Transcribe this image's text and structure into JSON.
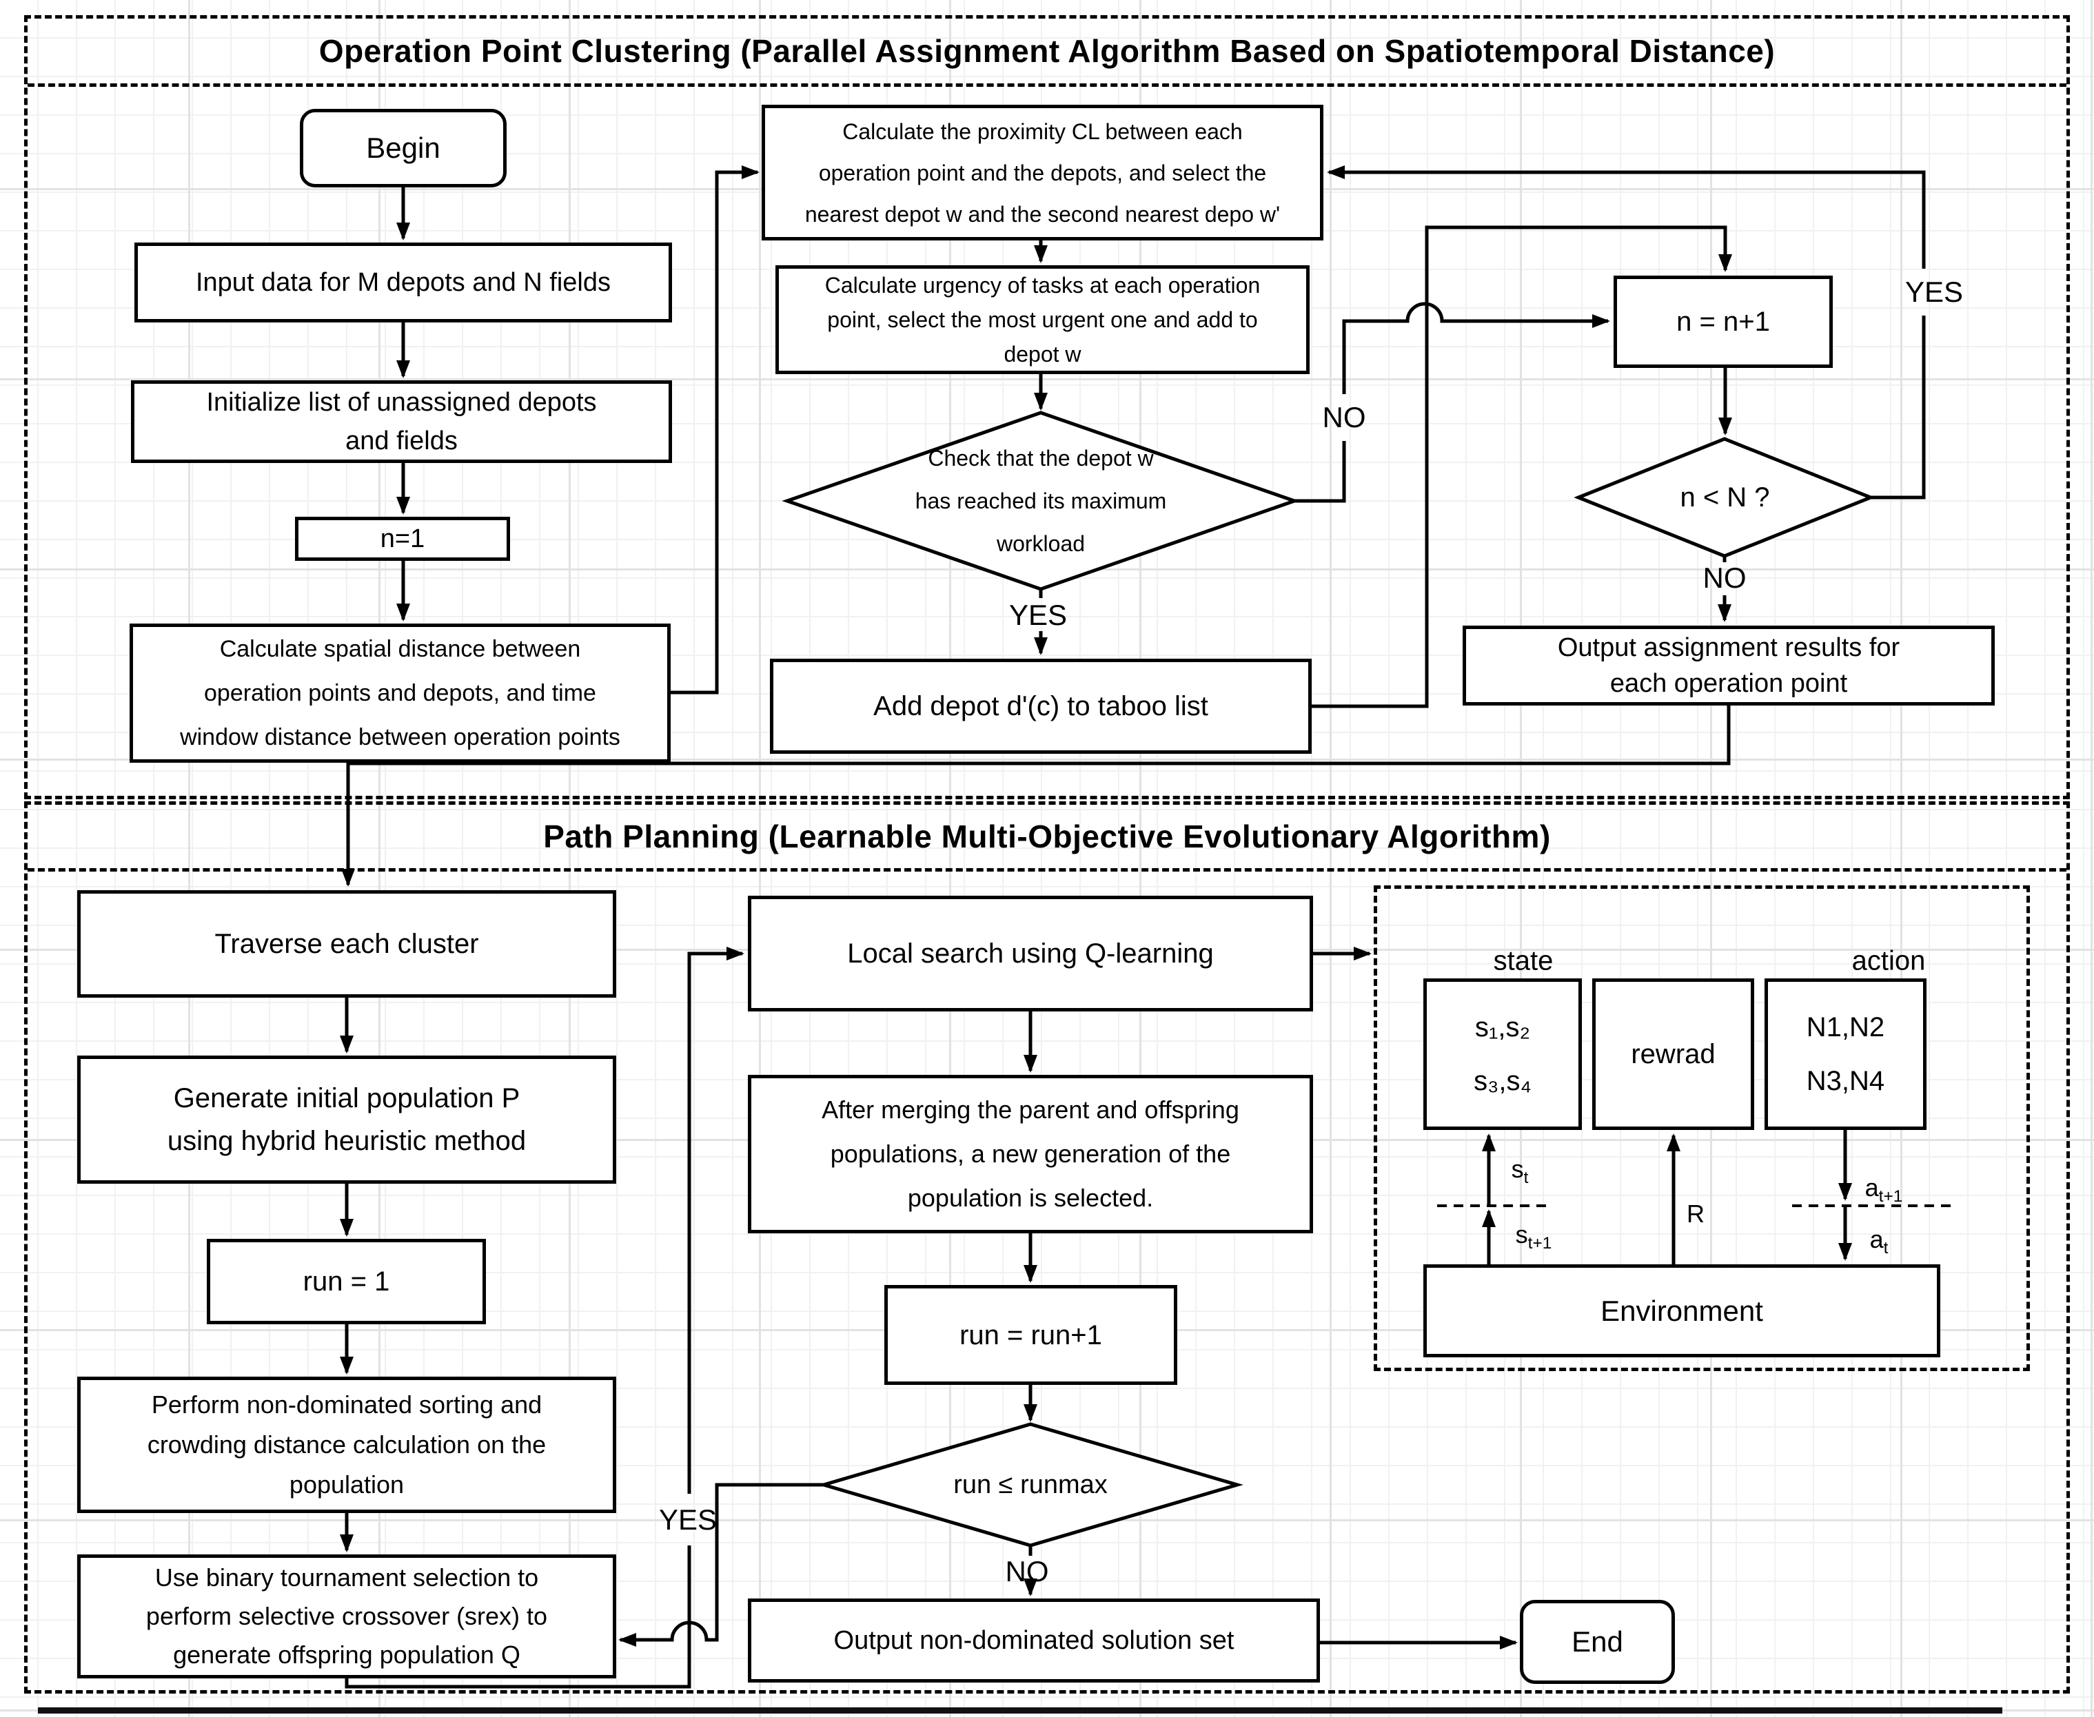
{
  "sections": {
    "clustering_title": "Operation Point Clustering (Parallel Assignment Algorithm Based on Spatiotemporal Distance)",
    "planning_title": "Path Planning  (Learnable Multi-Objective Evolutionary Algorithm)"
  },
  "clustering": {
    "begin": "Begin",
    "input_data": "Input data for M depots and N fields",
    "init_list": [
      "Initialize list of unassigned depots",
      "and fields"
    ],
    "n_init": "n=1",
    "calc_spatial": [
      "Calculate spatial distance between",
      "operation points and depots, and time",
      "window distance between operation points"
    ],
    "calc_proximity": [
      "Calculate the proximity CL  between each",
      "operation point and the depots, and select the",
      "nearest depot w  and the second nearest depo w'"
    ],
    "calc_urgency": [
      "Calculate urgency of tasks at each operation",
      "point, select the most urgent one and add to",
      "depot w"
    ],
    "check_workload": [
      "Check that the depot w",
      "has reached its maximum",
      "workload"
    ],
    "add_taboo": "Add depot d'(c) to taboo list",
    "n_increment": "n = n+1",
    "n_check": "n < N ?",
    "output_assignment": [
      "Output assignment results for",
      "each operation point"
    ],
    "labels": {
      "yes_workload": "YES",
      "no_workload": "NO",
      "yes_ncheck": "YES",
      "no_ncheck": "NO"
    }
  },
  "planning": {
    "traverse": "Traverse each cluster",
    "generate": [
      "Generate initial population P",
      "using hybrid heuristic method"
    ],
    "run_init": "run = 1",
    "sorting": [
      "Perform non-dominated sorting and",
      "crowding distance calculation on the",
      "population"
    ],
    "crossover": [
      "Use binary tournament selection to",
      "perform selective crossover (srex) to",
      "generate offspring population Q"
    ],
    "local_search": "Local search using Q-learning",
    "merge": [
      "After merging the parent and offspring",
      "populations, a new generation of the",
      "population is selected."
    ],
    "run_increment": "run = run+1",
    "run_check": "run ≤ runmax",
    "output_solution": "Output non-dominated solution set",
    "end": "End",
    "labels": {
      "yes_run": "YES",
      "no_run": "NO"
    }
  },
  "qlearning": {
    "state_label": "state",
    "action_label": "action",
    "state_box": [
      "s₁,s₂",
      "s₃,s₄"
    ],
    "reward_box": "rewrad",
    "action_box": [
      "N1,N2",
      "N3,N4"
    ],
    "environment": "Environment",
    "arrows": {
      "s_t": {
        "base": "s",
        "sub": "t"
      },
      "s_t1": {
        "base": "s",
        "sub": "t+1"
      },
      "r": "R",
      "a_t1": {
        "base": "a",
        "sub": "t+1"
      },
      "a_t": {
        "base": "a",
        "sub": "t"
      }
    }
  }
}
